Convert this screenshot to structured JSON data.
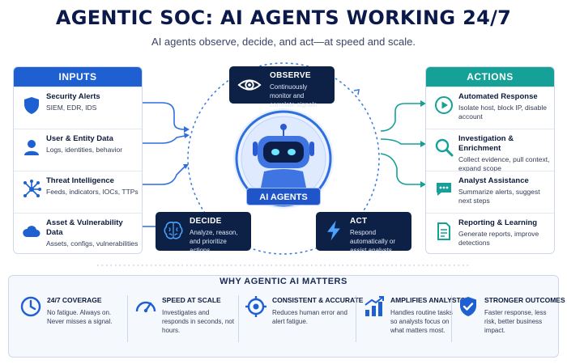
{
  "header": {
    "title": "AGENTIC SOC: AI AGENTS WORKING 24/7",
    "subtitle": "AI agents observe, decide, and act—at speed and scale."
  },
  "inputs": {
    "heading": "INPUTS",
    "items": [
      {
        "title": "Security Alerts",
        "desc": "SIEM, EDR, IDS",
        "icon": "shield-icon"
      },
      {
        "title": "User & Entity Data",
        "desc": "Logs, identities, behavior",
        "icon": "user-icon"
      },
      {
        "title": "Threat Intelligence",
        "desc": "Feeds, indicators, IOCs, TTPs",
        "icon": "network-icon"
      },
      {
        "title": "Asset & Vulnerability Data",
        "desc": "Assets, configs, vulnerabilities",
        "icon": "cloud-icon"
      }
    ]
  },
  "actions": {
    "heading": "ACTIONS",
    "items": [
      {
        "title": "Automated Response",
        "desc": "Isolate host, block IP, disable account",
        "icon": "play-icon"
      },
      {
        "title": "Investigation & Enrichment",
        "desc": "Collect evidence, pull context, expand scope",
        "icon": "magnifier-icon"
      },
      {
        "title": "Analyst Assistance",
        "desc": "Summarize alerts, suggest next steps",
        "icon": "chat-icon"
      },
      {
        "title": "Reporting & Learning",
        "desc": "Generate reports, improve detections",
        "icon": "report-icon"
      }
    ]
  },
  "cycle": {
    "observe": {
      "title": "OBSERVE",
      "desc": "Continuously monitor and correlate signals",
      "icon": "eye-icon"
    },
    "decide": {
      "title": "DECIDE",
      "desc": "Analyze, reason, and prioritize actions",
      "icon": "brain-icon"
    },
    "act": {
      "title": "ACT",
      "desc": "Respond automatically or assist analysts",
      "icon": "lightning-icon"
    },
    "center_label": "AI AGENTS"
  },
  "why": {
    "heading": "WHY AGENTIC AI MATTERS",
    "items": [
      {
        "title": "24/7 COVERAGE",
        "desc": "No fatigue. Always on. Never misses a signal.",
        "icon": "clock-icon"
      },
      {
        "title": "SPEED AT SCALE",
        "desc": "Investigates and responds in seconds, not hours.",
        "icon": "speedometer-icon"
      },
      {
        "title": "CONSISTENT & ACCURATE",
        "desc": "Reduces human error and alert fatigue.",
        "icon": "target-icon"
      },
      {
        "title": "AMPLIFIES ANALYSTS",
        "desc": "Handles routine tasks so analysts focus on what matters most.",
        "icon": "chart-up-icon"
      },
      {
        "title": "STRONGER OUTCOMES",
        "desc": "Faster response, less risk, better business impact.",
        "icon": "shield-check-icon"
      }
    ]
  },
  "colors": {
    "primary": "#1e5fd1",
    "teal": "#15a098",
    "navy": "#0d2147"
  }
}
